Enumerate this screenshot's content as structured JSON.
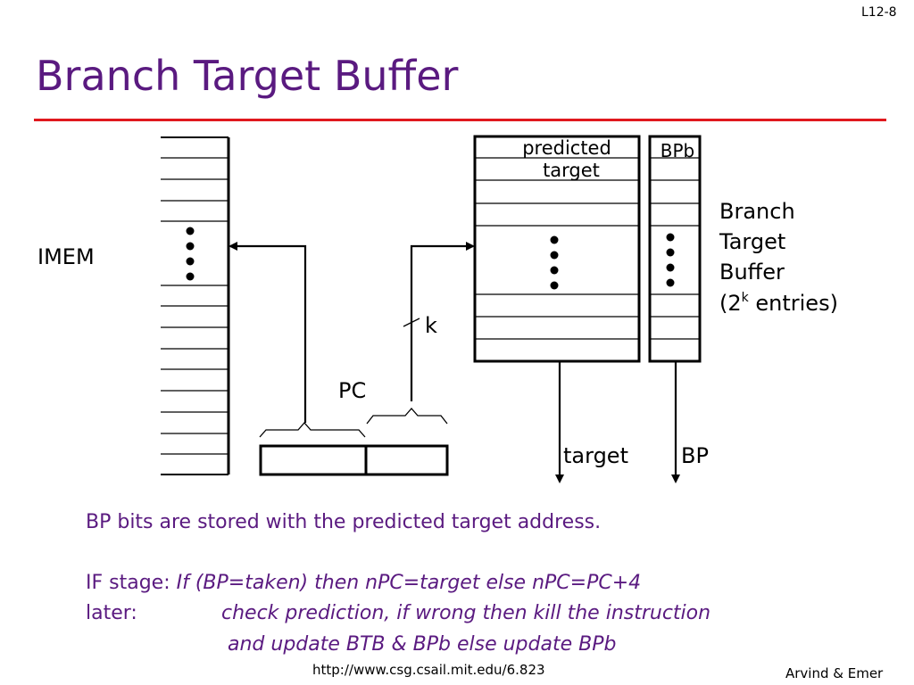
{
  "slide": {
    "number": "L12-8",
    "title": "Branch Target Buffer"
  },
  "diagram": {
    "imem_label": "IMEM",
    "pc_label": "PC",
    "k_label": "k",
    "predicted_header_line1": "predicted",
    "predicted_header_line2": "target",
    "bpb_header": "BPb",
    "btb_label_line1": "Branch",
    "btb_label_line2": "Target",
    "btb_label_line3": "Buffer",
    "btb_label_line4_pre": "(2",
    "btb_label_line4_sup": "k",
    "btb_label_line4_post": " entries)",
    "target_output": "target",
    "bp_output": "BP"
  },
  "body_text": {
    "line1": "BP bits are stored with the predicted target address.",
    "if_stage_label": "IF stage: ",
    "if_stage_rule": "If (BP=taken) then nPC=target else nPC=PC+4",
    "later_label": "later:",
    "later_rule_line1": "check prediction, if wrong then kill the instruction",
    "later_rule_line2": "and update BTB  & BPb else update BPb"
  },
  "footer": {
    "url": "http://www.csg.csail.mit.edu/6.823",
    "author": "Arvind & Emer"
  }
}
